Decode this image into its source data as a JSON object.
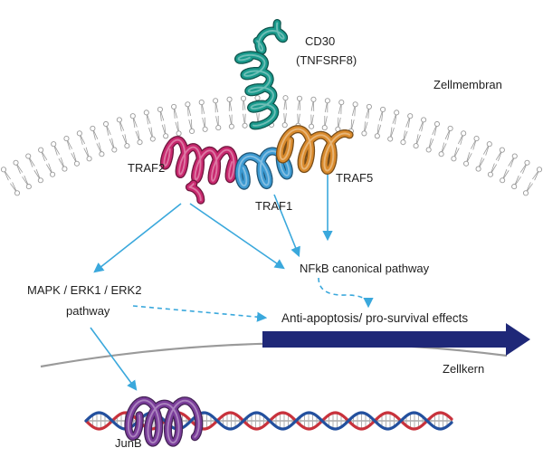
{
  "labels": {
    "cd30_line1": "CD30",
    "cd30_line2": "(TNFSRF8)",
    "membrane": "Zellmembran",
    "traf2": "TRAF2",
    "traf1": "TRAF1",
    "traf5": "TRAF5",
    "nfkb": "NFkB canonical pathway",
    "mapk_line1": "MAPK / ERK1 / ERK2",
    "mapk_line2": "pathway",
    "antiapoptosis": "Anti-apoptosis/ pro-survival effects",
    "nucleus": "Zellkern",
    "junb": "JunB"
  },
  "colors": {
    "cd30": "#1a9a8c",
    "traf2": "#c8286e",
    "traf1": "#3c9ad2",
    "traf5": "#d98a2c",
    "junb": "#7a3d9a",
    "arrow": "#3aa8dc",
    "big_arrow": "#1f2878",
    "membrane": "#9a9a9a",
    "dna_red": "#c8323c",
    "dna_blue": "#23509e"
  },
  "icons": {
    "cd30": "coiled-protein-icon",
    "traf2": "coiled-protein-icon",
    "traf1": "coiled-protein-icon",
    "traf5": "coiled-protein-icon",
    "junb": "coiled-protein-icon",
    "dna": "dna-double-helix-icon",
    "membrane": "lipid-bilayer-icon"
  }
}
